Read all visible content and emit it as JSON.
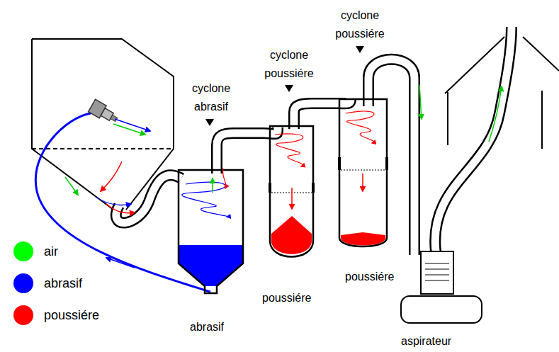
{
  "diagram": {
    "labels": [
      "cyclone abrasif",
      "cyclone poussiére",
      "cyclone poussiére",
      "abrasif",
      "poussiére",
      "poussiére",
      "aspirateur"
    ],
    "legend": [
      {
        "text": "air",
        "color": "#00ff00"
      },
      {
        "text": "abrasif",
        "color": "#0000ff"
      },
      {
        "text": "poussiére",
        "color": "#ff0000"
      }
    ]
  }
}
